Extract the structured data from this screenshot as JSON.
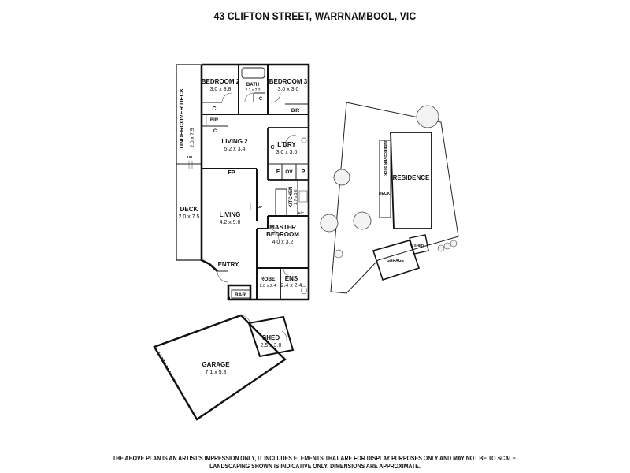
{
  "title": "43 CLIFTON STREET, WARRNAMBOOL, VIC",
  "disclaimer": [
    "THE ABOVE PLAN IS AN ARTIST'S IMPRESSION ONLY, IT INCLUDES ELEMENTS THAT ARE FOR DISPLAY PURPOSES ONLY AND MAY NOT BE TO SCALE.",
    "LANDSCAPING SHOWN IS INDICATIVE ONLY. DIMENSIONS ARE APPROXIMATE."
  ],
  "rooms": {
    "bedroom2": {
      "name": "BEDROOM 2",
      "dim": "3.0 x 3.8"
    },
    "bath": {
      "name": "BATH",
      "dim": "2.1 x 2.2"
    },
    "bedroom3": {
      "name": "BEDROOM 3",
      "dim": "3.0 x 3.0"
    },
    "undercover_deck": {
      "name": "UNDERCOVER DECK",
      "dim": "2.0 x 7.5"
    },
    "living2": {
      "name": "LIVING 2",
      "dim": "5.2 x 3.4"
    },
    "ldry": {
      "name": "L'DRY",
      "dim": "3.0 x 3.0"
    },
    "kitchen": {
      "name": "KITCHEN",
      "dim": "2.7 x 3.6"
    },
    "deck": {
      "name": "DECK",
      "dim": "2.0 x 7.5"
    },
    "living": {
      "name": "LIVING",
      "dim": "4.2 x 9.0"
    },
    "master": {
      "name": "MASTER BEDROOM",
      "dim": "4.0 x 3.2"
    },
    "entry": {
      "name": "ENTRY"
    },
    "robe": {
      "name": "ROBE",
      "dim": "2.0 x 2.4"
    },
    "ens": {
      "name": "ENS",
      "dim": "2.4 x 2.4"
    },
    "bar": {
      "name": "BAR"
    },
    "garage": {
      "name": "GARAGE",
      "dim": "7.1 x 5.8"
    },
    "shed": {
      "name": "SHED",
      "dim": "2.5 x 3.0"
    }
  },
  "fixtures": {
    "c": "C",
    "bir": "BIR",
    "fp": "FP",
    "up": "UP",
    "f": "F",
    "ov": "OV",
    "p": "P",
    "ac": "A/C"
  },
  "site": {
    "residence": "RESIDENCE",
    "undercover_deck": "UNDERCOVER DECK",
    "deck": "DECK",
    "garage": "GARAGE",
    "shed": "SHED"
  }
}
